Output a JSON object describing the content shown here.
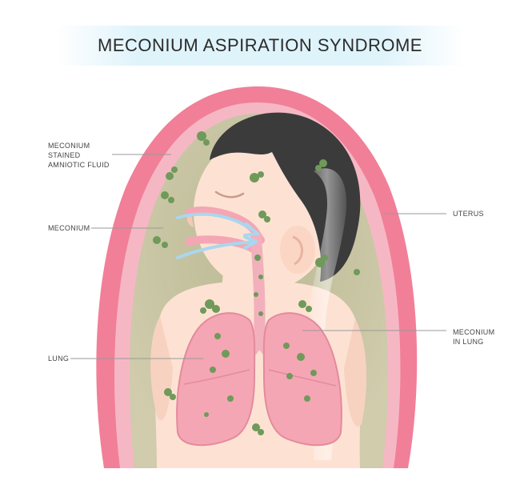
{
  "title": "MECONIUM ASPIRATION SYNDROME",
  "labels": {
    "stained_fluid": [
      "MECONIUM",
      "STAINED",
      "AMNIOTIC FLUID"
    ],
    "meconium": "MECONIUM",
    "lung": "LUNG",
    "uterus": "UTERUS",
    "meconium_in_lung": [
      "MECONIUM",
      "IN LUNG"
    ]
  },
  "colors": {
    "uterus_wall": "#f17f98",
    "uterus_inner": "#f6b2c0",
    "fluid": "#b7c49d",
    "skin": "#fde2d3",
    "hair": "#3a3a3a",
    "lung": "#f4a6b4",
    "meconium": "#6f9a5a",
    "airflow_arrow": "#a9d7ef",
    "title_banner": "#dff3fb"
  }
}
